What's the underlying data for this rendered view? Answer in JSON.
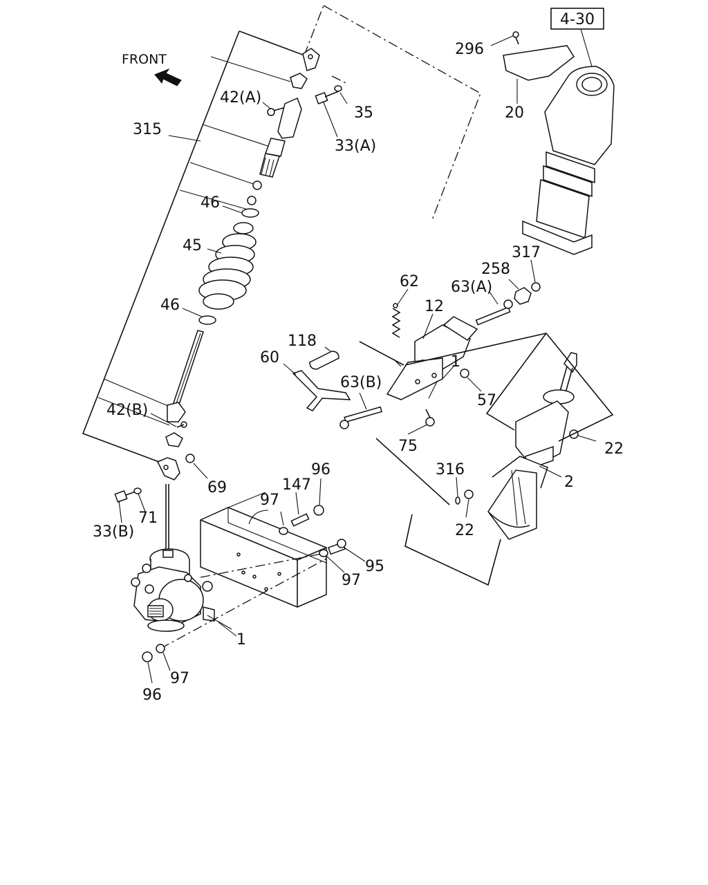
{
  "reference_box": "4-30",
  "front_label": "FRONT",
  "labels": {
    "l296": "296",
    "l20": "20",
    "l35": "35",
    "l33a": "33(A)",
    "l42a": "42(A)",
    "l315": "315",
    "l46a": "46",
    "l45": "45",
    "l46b": "46",
    "l42b": "42(B)",
    "l69": "69",
    "l33b": "33(B)",
    "l71": "71",
    "l97a": "97",
    "l147": "147",
    "l96a": "96",
    "l95": "95",
    "l97b": "97",
    "l1a": "1",
    "l97c": "97",
    "l96b": "96",
    "l62": "62",
    "l12": "12",
    "l63a": "63(A)",
    "l258": "258",
    "l317": "317",
    "l118": "118",
    "l60": "60",
    "l63b": "63(B)",
    "l1b": "1",
    "l57": "57",
    "l75": "75",
    "l316": "316",
    "l22a": "22",
    "l22b": "22",
    "l2": "2"
  }
}
